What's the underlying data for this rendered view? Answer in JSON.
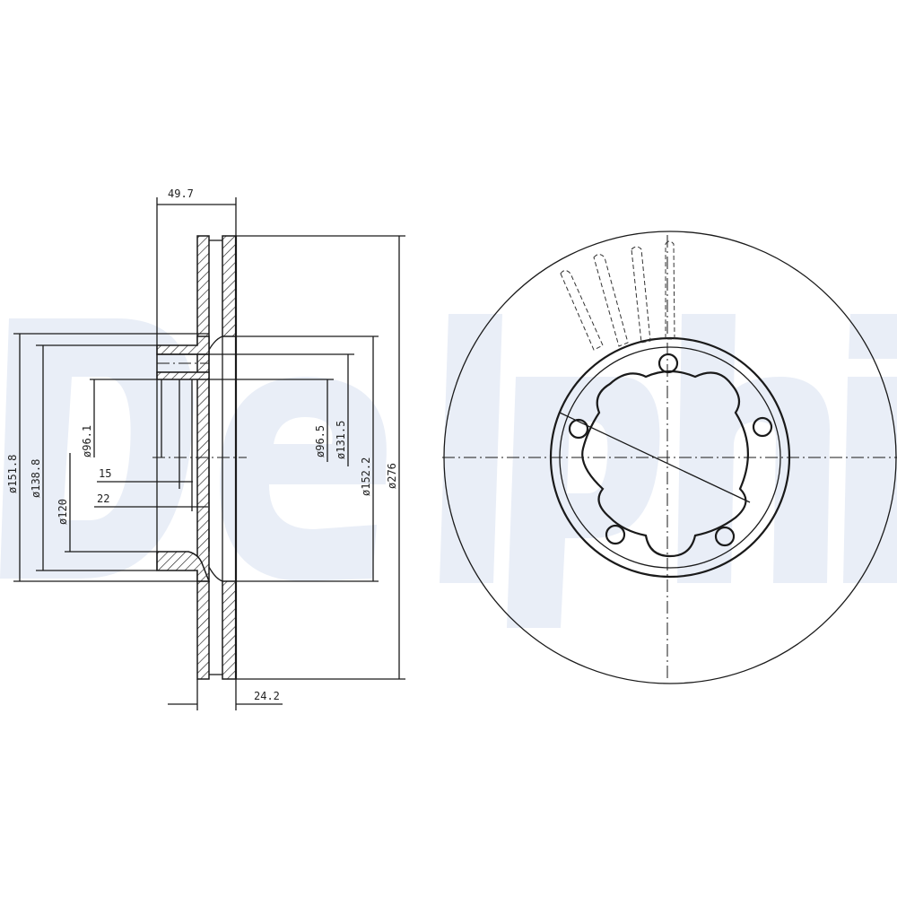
{
  "watermark": {
    "logo_text": "Delphi",
    "color": "#e9eef7"
  },
  "section_view": {
    "dimensions": {
      "overall_height": "49.7",
      "disc_thickness": "24.2",
      "d151_8": "ø151.8",
      "d138_8": "ø138.8",
      "d120": "ø120",
      "d96_1": "ø96.1",
      "d15": "15",
      "d22": "22",
      "d96_5": "ø96.5",
      "d131_5": "ø131.5",
      "d152_2": "ø152.2",
      "d276": "ø276"
    }
  },
  "front_view": {
    "bolt_holes": 5
  }
}
